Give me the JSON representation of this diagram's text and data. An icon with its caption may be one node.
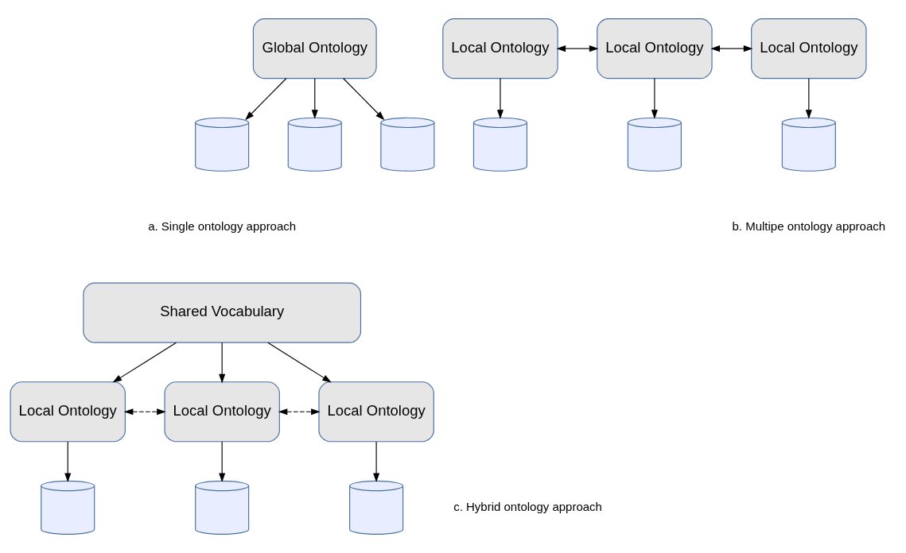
{
  "diagram": {
    "nodes": [
      {
        "text": [
          "Global Ontology"
        ]
      },
      {
        "text": [],
        "shape": "cylinder"
      },
      {
        "text": [],
        "shape": "cylinder"
      },
      {
        "text": [],
        "shape": "cylinder"
      },
      {
        "text": [
          "Local Ontology"
        ]
      },
      {
        "text": [
          "Local Ontology"
        ]
      },
      {
        "text": [
          "Local Ontology"
        ]
      },
      {
        "text": [],
        "shape": "cylinder"
      },
      {
        "text": [],
        "shape": "cylinder"
      },
      {
        "text": [],
        "shape": "cylinder"
      },
      {
        "text": [
          "Shared Vocabulary"
        ]
      },
      {
        "text": [
          "Local Ontology"
        ]
      },
      {
        "text": [
          "Local Ontology"
        ]
      },
      {
        "text": [
          "Local Ontology"
        ]
      },
      {
        "text": [],
        "shape": "cylinder"
      },
      {
        "text": [],
        "shape": "cylinder"
      },
      {
        "text": [],
        "shape": "cylinder"
      }
    ],
    "edges": [
      {
        "from": 0,
        "to": 1,
        "arrow": "to"
      },
      {
        "from": 0,
        "to": 2,
        "arrow": "to"
      },
      {
        "from": 0,
        "to": 3,
        "arrow": "to"
      },
      {
        "from": 4,
        "to": 5,
        "arrow": "both"
      },
      {
        "from": 5,
        "to": 6,
        "arrow": "both"
      },
      {
        "from": 4,
        "to": 7,
        "arrow": "to"
      },
      {
        "from": 5,
        "to": 8,
        "arrow": "to"
      },
      {
        "from": 6,
        "to": 9,
        "arrow": "to"
      },
      {
        "from": 10,
        "to": 11,
        "arrow": "to"
      },
      {
        "from": 10,
        "to": 12,
        "arrow": "to"
      },
      {
        "from": 10,
        "to": 13,
        "arrow": "to"
      },
      {
        "from": 11,
        "to": 12,
        "arrow": "both",
        "style": "dashed"
      },
      {
        "from": 12,
        "to": 13,
        "arrow": "both",
        "style": "dashed"
      },
      {
        "from": 11,
        "to": 14,
        "arrow": "to"
      },
      {
        "from": 12,
        "to": 15,
        "arrow": "to"
      },
      {
        "from": 13,
        "to": 16,
        "arrow": "to"
      }
    ],
    "labels": [
      "a. Single ontology approach",
      "b. Multipe ontology approach",
      "c. Hybrid ontology approach"
    ]
  }
}
